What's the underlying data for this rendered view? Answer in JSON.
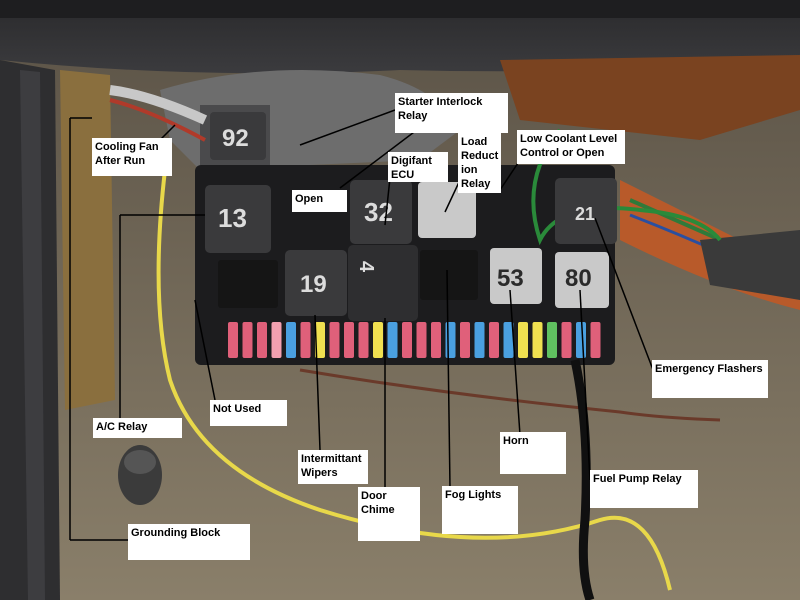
{
  "colors": {
    "relay_black": "#3a3a3c",
    "relay_grey": "#c9c9c9",
    "label_bg": "#ffffff",
    "leader_line": "#000000",
    "yellow_wire": "#e8d84a"
  },
  "relay_numbers": {
    "r92": "92",
    "r13": "13",
    "r32": "32",
    "r21": "21",
    "r19": "19",
    "r4": "4",
    "r53": "53",
    "r80": "80"
  },
  "labels": {
    "starter_interlock": "Starter Interlock\nRelay",
    "cooling_fan": "Cooling Fan\nAfter Run",
    "open": "Open",
    "digifant": "Digifant\nECU",
    "load_reduction": "Load\nReduct\nion\nRelay",
    "low_coolant": "Low Coolant Level\nControl or Open",
    "emergency_flashers": "Emergency Flashers",
    "not_used": "Not Used",
    "ac_relay": "A/C Relay",
    "horn": "Horn",
    "intermittent_wipers": "Intermittant\nWipers",
    "fuel_pump": "Fuel Pump Relay",
    "door_chime": "Door\nChime",
    "fog_lights": "Fog Lights",
    "grounding_block": "Grounding Block"
  }
}
